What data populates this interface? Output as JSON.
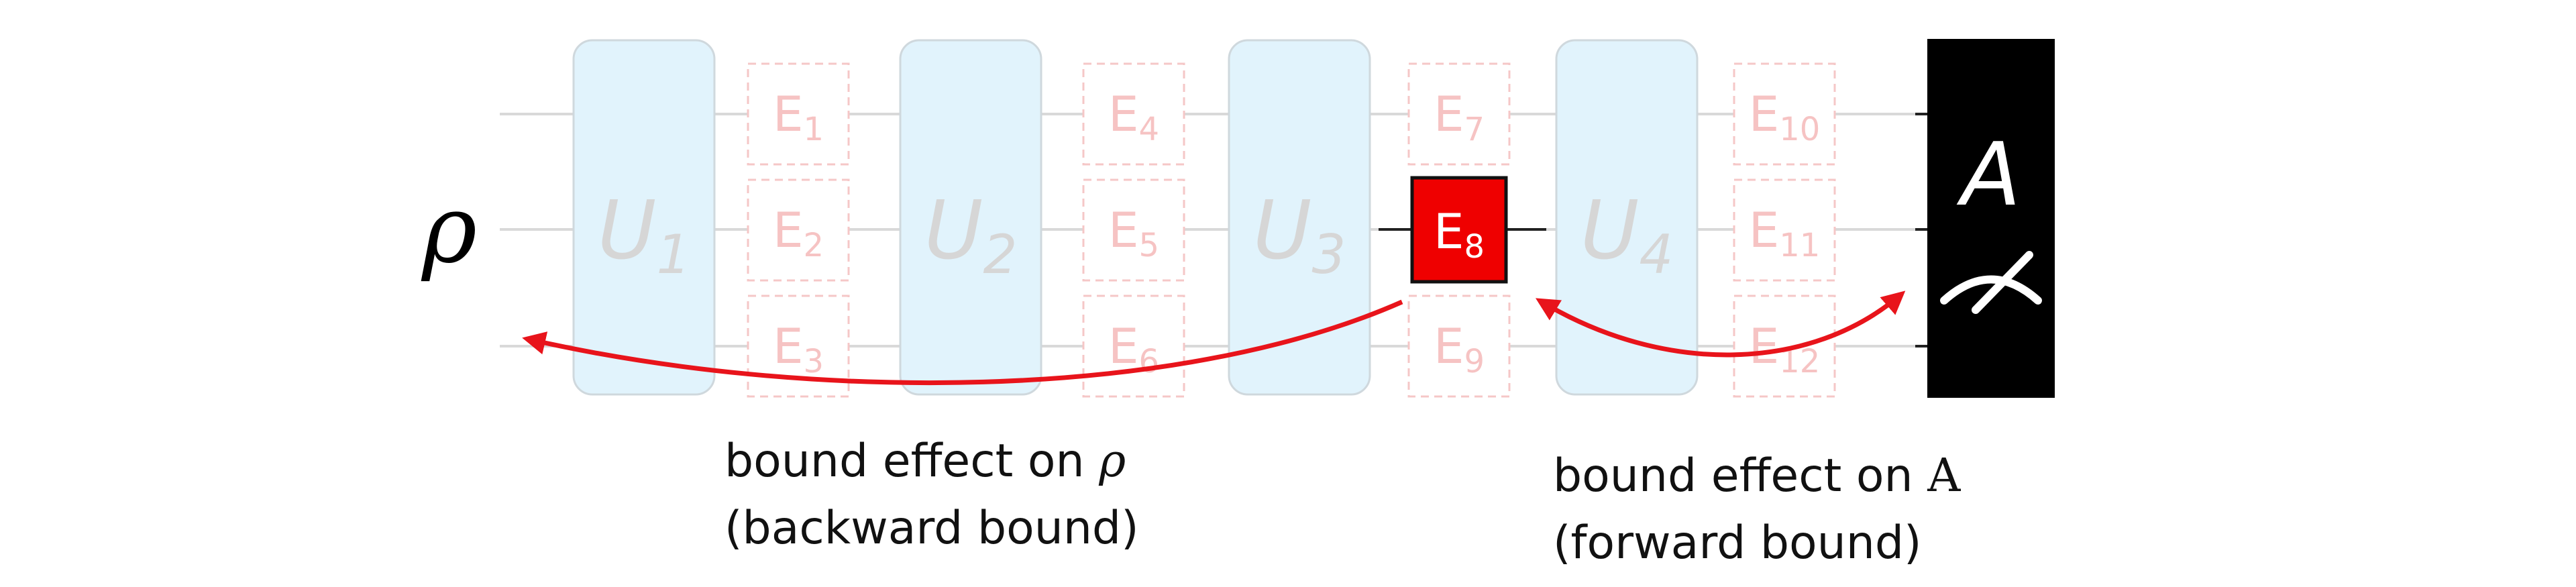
{
  "input_state": "ρ",
  "unitary_gates": [
    {
      "label": "U",
      "sub": "1"
    },
    {
      "label": "U",
      "sub": "2"
    },
    {
      "label": "U",
      "sub": "3"
    },
    {
      "label": "U",
      "sub": "4"
    }
  ],
  "error_gates": [
    {
      "label": "E",
      "sub": "1"
    },
    {
      "label": "E",
      "sub": "2"
    },
    {
      "label": "E",
      "sub": "3"
    },
    {
      "label": "E",
      "sub": "4"
    },
    {
      "label": "E",
      "sub": "5"
    },
    {
      "label": "E",
      "sub": "6"
    },
    {
      "label": "E",
      "sub": "7"
    },
    {
      "label": "E",
      "sub": "8"
    },
    {
      "label": "E",
      "sub": "9"
    },
    {
      "label": "E",
      "sub": "10"
    },
    {
      "label": "E",
      "sub": "11"
    },
    {
      "label": "E",
      "sub": "12"
    }
  ],
  "active_error_gate": {
    "label": "E",
    "sub": "8"
  },
  "measurement": {
    "observable": "A",
    "icon": "meter-icon"
  },
  "captions": {
    "backward": {
      "line1_prefix": "bound effect on ",
      "line1_symbol": "ρ",
      "line2": "(backward bound)"
    },
    "forward": {
      "line1_prefix": "bound effect on ",
      "line1_symbol": "A",
      "line2": "(forward bound)"
    }
  },
  "colors": {
    "unitary_fill": "#e1f3fc",
    "error_faded": "#f6c3c3",
    "error_active": "#ef0000",
    "arrow": "#e8141b",
    "measurement": "#000000"
  }
}
